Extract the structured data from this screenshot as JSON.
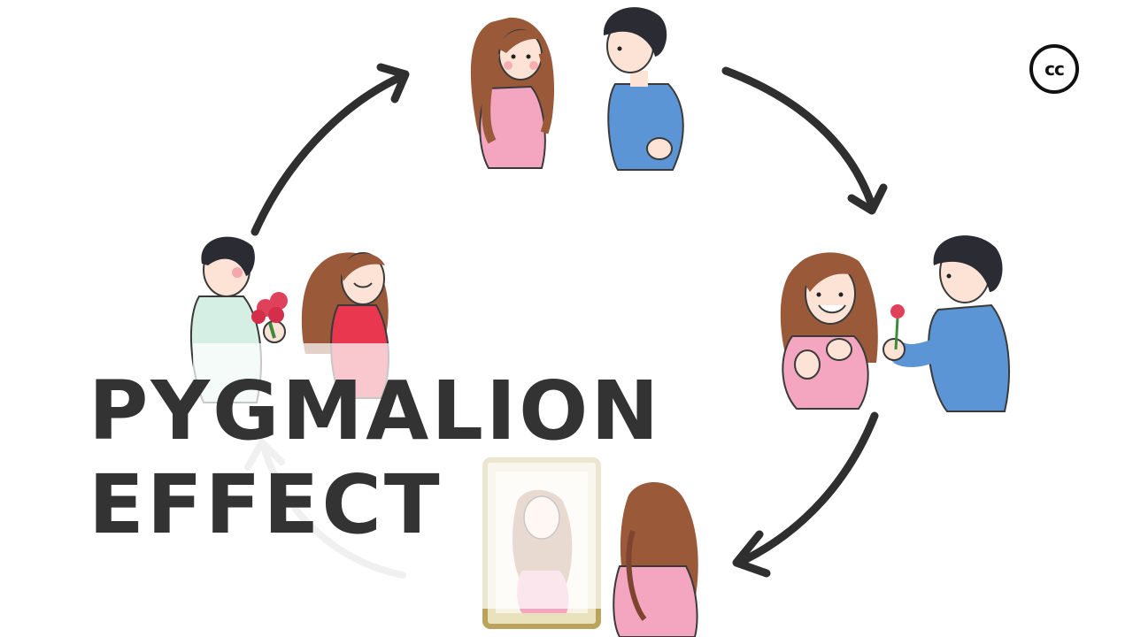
{
  "title": {
    "line1": "PYGMALION",
    "line2": "EFFECT"
  },
  "cc_button": {
    "label": "cc"
  },
  "colors": {
    "arrow": "#2f2f2f",
    "title_text": "#333333",
    "girl_pink_top": "#f4a6c0",
    "girl_red_dress": "#e8374f",
    "boy_blue_shirt": "#5b95d6",
    "boy_mint_shirt": "#d6efe4",
    "hair_brown": "#9a5a3a",
    "hair_dark": "#2b2b33",
    "mirror_frame": "#d9c98f",
    "rose_red": "#e0415a"
  },
  "scenes": [
    {
      "id": "scene-top",
      "icon": "couple-meeting-illustration"
    },
    {
      "id": "scene-right",
      "icon": "boy-giving-flower-illustration"
    },
    {
      "id": "scene-bottom",
      "icon": "girl-looking-in-mirror-illustration"
    },
    {
      "id": "scene-left",
      "icon": "boy-giving-bouquet-illustration"
    }
  ]
}
